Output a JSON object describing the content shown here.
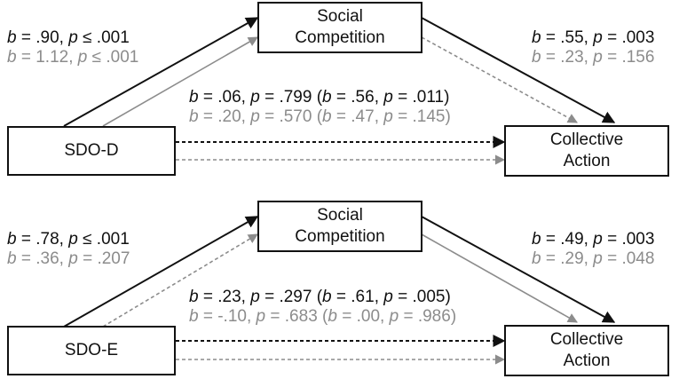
{
  "colors": {
    "black": "#111111",
    "grey": "#8c8c8c"
  },
  "panels": [
    {
      "id": "top",
      "predictor": "SDO-D",
      "mediator": [
        "Social",
        "Competition"
      ],
      "outcome": [
        "Collective",
        "Action"
      ],
      "a_path": {
        "black": {
          "b": ".90",
          "p": "≤ .001"
        },
        "grey": {
          "b": "1.12",
          "p": "≤ .001"
        }
      },
      "b_path": {
        "black": {
          "b": ".55",
          "p": "= .003"
        },
        "grey": {
          "b": ".23",
          "p": "= .156"
        }
      },
      "c_path": {
        "black": {
          "b": ".06",
          "p": "= .799",
          "b_total": ".56",
          "p_total": "= .011"
        },
        "grey": {
          "b": ".20",
          "p": "= .570",
          "b_total": ".47",
          "p_total": "= .145"
        }
      }
    },
    {
      "id": "bottom",
      "predictor": "SDO-E",
      "mediator": [
        "Social",
        "Competition"
      ],
      "outcome": [
        "Collective",
        "Action"
      ],
      "a_path": {
        "black": {
          "b": ".78",
          "p": "≤ .001"
        },
        "grey": {
          "b": ".36",
          "p": "= .207"
        }
      },
      "b_path": {
        "black": {
          "b": ".49",
          "p": "= .003"
        },
        "grey": {
          "b": ".29",
          "p": "= .048"
        }
      },
      "c_path": {
        "black": {
          "b": ".23",
          "p": "= .297",
          "b_total": ".61",
          "p_total": "= .005"
        },
        "grey": {
          "b": "-.10",
          "p": "= .683",
          "b_total": ".00",
          "p_total": "= .986"
        }
      }
    }
  ]
}
